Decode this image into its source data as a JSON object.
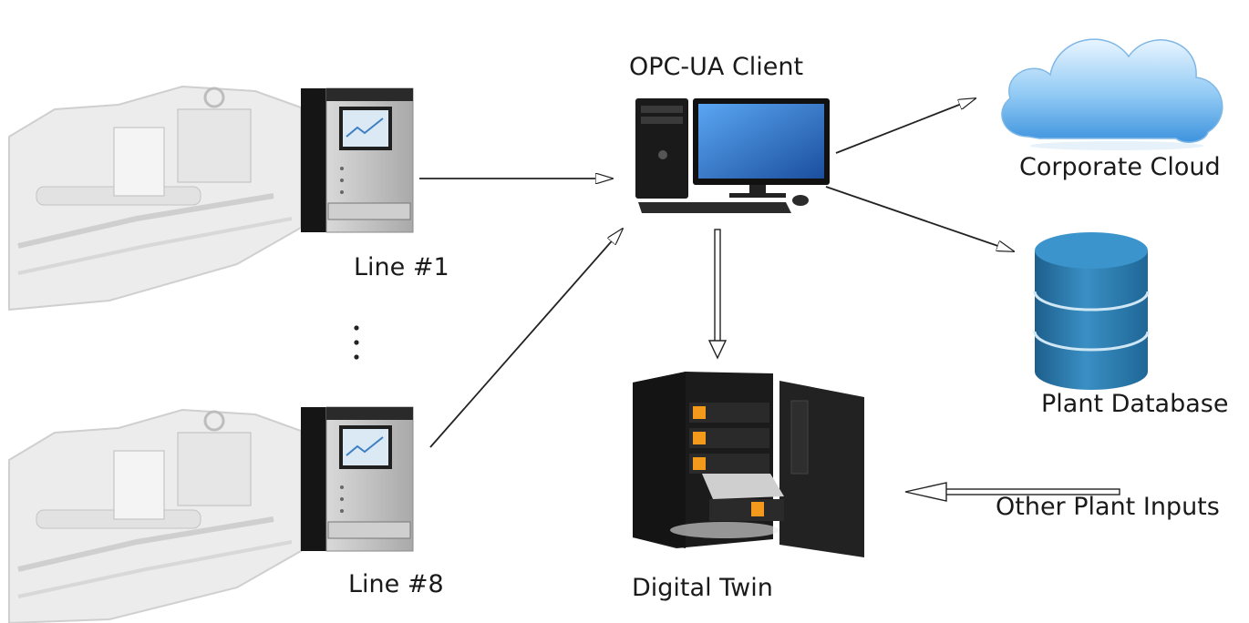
{
  "labels": {
    "line1": "Line #1",
    "line8": "Line #8",
    "opc_client": "OPC-UA Client",
    "digital_twin": "Digital Twin",
    "corporate_cloud": "Corporate Cloud",
    "plant_database": "Plant Database",
    "other_inputs": "Other Plant Inputs"
  },
  "colors": {
    "arrow": "#222222",
    "cloud": "#6fb6f0",
    "database": "#2f7fb0",
    "cabinet": "#1b1b1b",
    "server_accent": "#f39a1c",
    "screen": "#2a6fcf",
    "machine": "#d6d6d6"
  },
  "icons": [
    "production-machine-icon",
    "control-cabinet-icon",
    "desktop-computer-icon",
    "cloud-icon",
    "database-icon",
    "server-icon",
    "vertical-ellipsis-icon"
  ]
}
